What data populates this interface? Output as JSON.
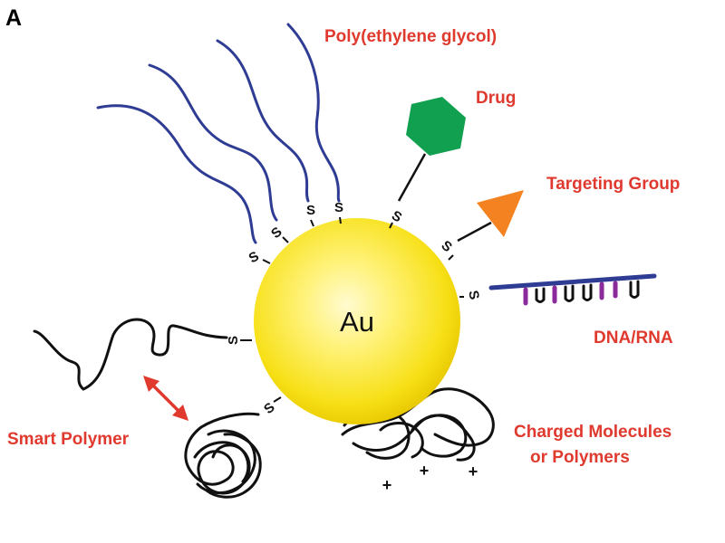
{
  "panel_label": "A",
  "core": {
    "label": "Au"
  },
  "sulfur_label": "S",
  "labels": {
    "peg": "Poly(ethylene glycol)",
    "drug": "Drug",
    "targeting": "Targeting Group",
    "dna": "DNA/RNA",
    "smart_polymer": "Smart Polymer",
    "charged_line1": "Charged Molecules",
    "charged_line2": "or Polymers"
  },
  "charge_symbol": "+",
  "colors": {
    "label_red": "#e03a2f",
    "peg_blue": "#2e3c93",
    "drug_green": "#10a050",
    "targeting_orange": "#f58220",
    "dna_backbone": "#2e3c93",
    "dna_purple": "#8b2a9b",
    "arrow_red": "#e03a2f",
    "gold_core": "#f7e017"
  },
  "icons": {
    "drug": "hexagon-icon",
    "targeting": "triangle-icon",
    "smart_polymer_switch": "double-arrow-icon"
  }
}
